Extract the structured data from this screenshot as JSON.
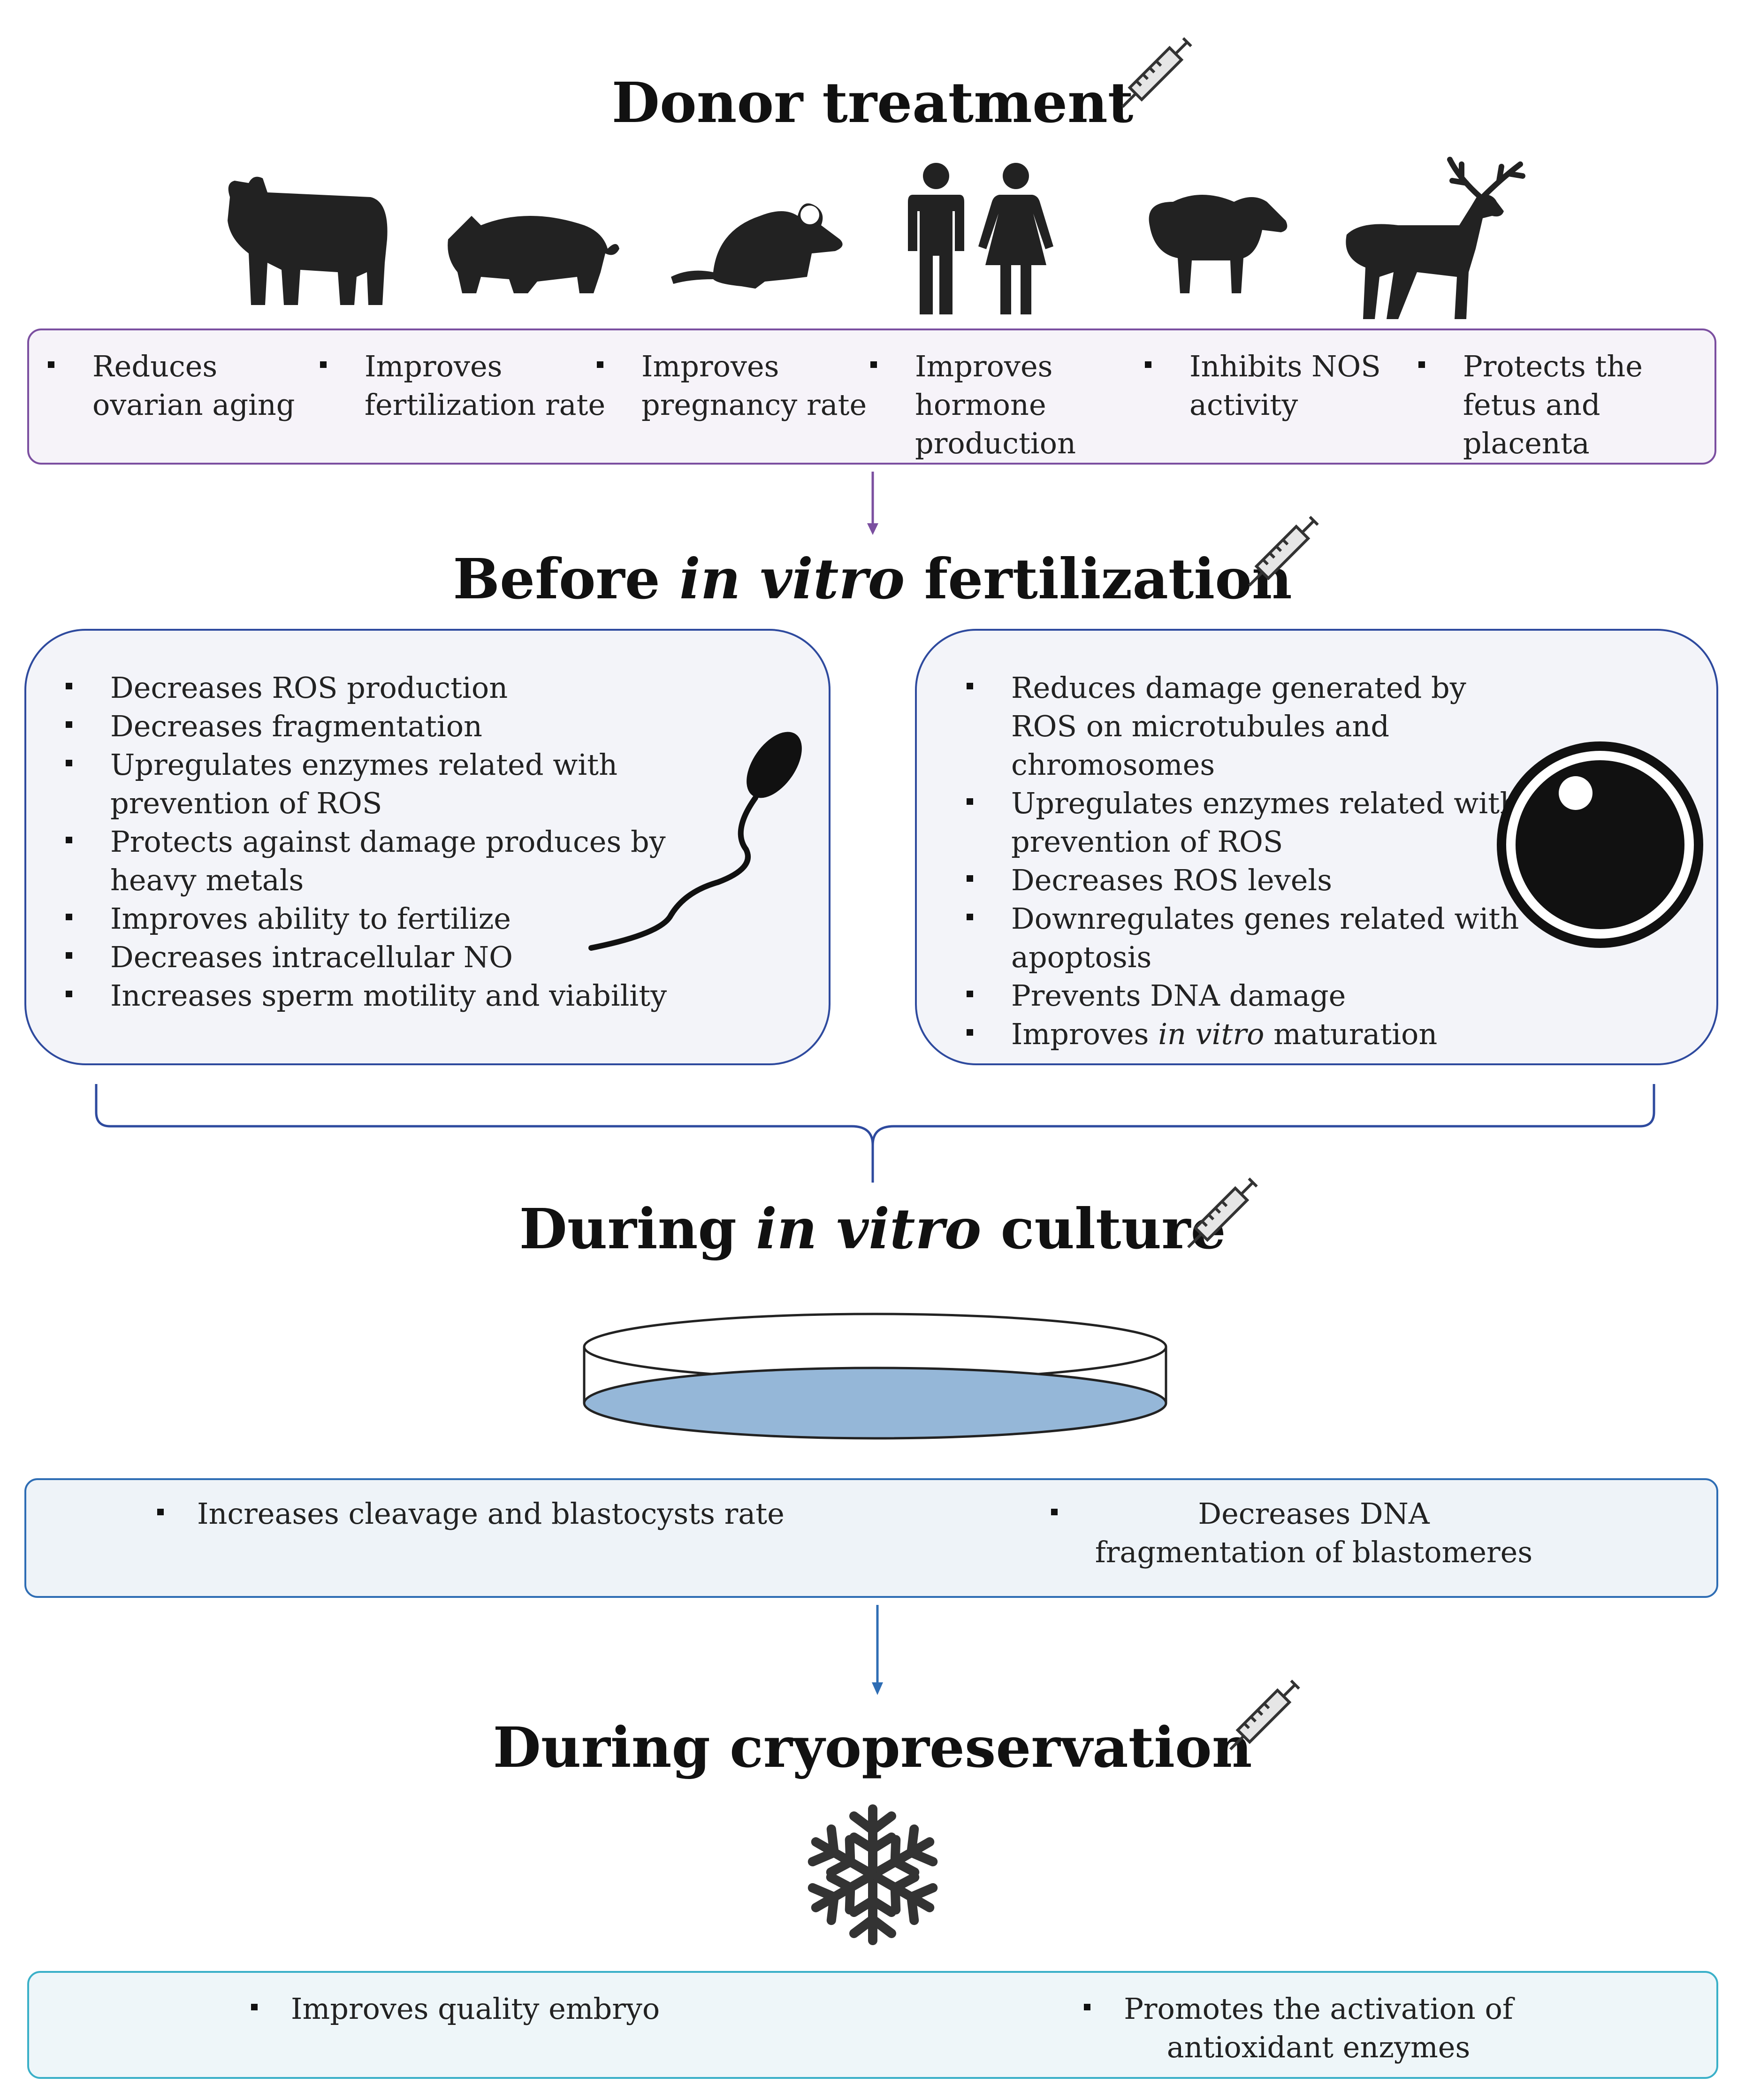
{
  "sections": {
    "donor": {
      "title": "Donor treatment",
      "items": [
        "Reduces ovarian aging",
        "Improves fertilization rate",
        "Improves pregnancy rate",
        "Improves hormone production",
        "Inhibits NOS activity",
        "Protects the fetus and placenta"
      ],
      "icons": [
        "cow-icon",
        "pig-icon",
        "mouse-icon",
        "man-icon",
        "woman-icon",
        "sheep-icon",
        "deer-icon"
      ],
      "color": "#7B4FA0"
    },
    "ivf": {
      "title_before": "Before ",
      "title_italic": "in vitro",
      "title_after": " fertilization",
      "sperm_items": [
        "Decreases ROS production",
        "Decreases fragmentation",
        "Upregulates enzymes related with prevention of ROS",
        "Protects against damage produces by heavy metals",
        "Improves ability to fertilize",
        "Decreases intracellular NO",
        "Increases sperm motility and viability"
      ],
      "oocyte_items": [
        "Reduces damage generated by ROS on microtubules and chromosomes",
        "Upregulates enzymes related with prevention of ROS",
        "Decreases ROS levels",
        "Downregulates genes related with apoptosis",
        "Prevents DNA damage"
      ],
      "oocyte_last_before": "Improves ",
      "oocyte_last_italic": "in vitro",
      "oocyte_last_after": " maturation",
      "color": "#2E4A9E"
    },
    "culture": {
      "title_before": "During ",
      "title_italic": "in vitro",
      "title_after": " culture",
      "items": [
        "Increases cleavage and blastocysts rate",
        "Decreases DNA fragmentation of blastomeres"
      ],
      "color": "#2E6DB4"
    },
    "cryo": {
      "title": "During cryopreservation",
      "items": [
        "Improves quality embryo",
        "Promotes the activation of antioxidant enzymes"
      ],
      "color": "#3AB0C8"
    }
  }
}
